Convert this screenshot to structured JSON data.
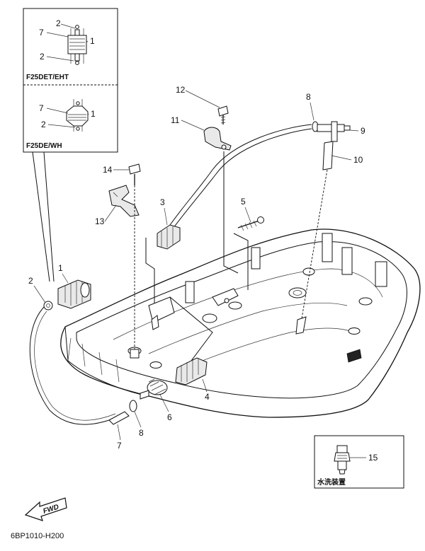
{
  "diagram": {
    "drawing_code": "6BP1010-H200",
    "fwd_label": "FWD"
  },
  "inset_models": [
    {
      "model": "F25DET/EHT",
      "callouts": [
        "7",
        "2",
        "2",
        "1"
      ]
    },
    {
      "model": "F25DE/WH",
      "callouts": [
        "7",
        "2",
        "1"
      ]
    }
  ],
  "inset_washer": {
    "caption": "水洗装置",
    "callout": "15"
  },
  "callouts": {
    "n1": "1",
    "n2": "2",
    "n3": "3",
    "n4": "4",
    "n5": "5",
    "n6": "6",
    "n7": "7",
    "n8": "8",
    "n8b": "8",
    "n9": "9",
    "n10": "10",
    "n11": "11",
    "n12": "12",
    "n13": "13",
    "n14": "14"
  }
}
